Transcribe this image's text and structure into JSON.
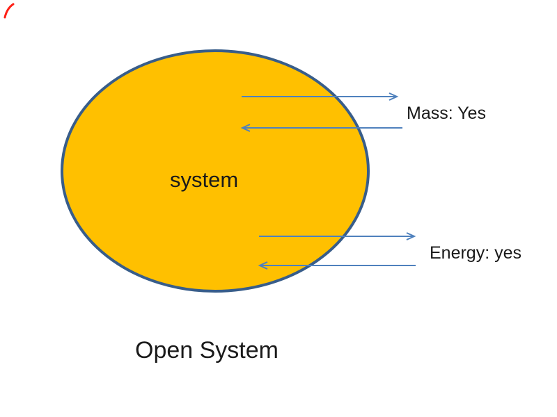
{
  "page": {
    "background_color": "#FFFFFF",
    "text_color": "#1A1A1A"
  },
  "diagram": {
    "caption": "Open System",
    "system": {
      "label": "system",
      "fill_color": "#FFC000",
      "border_color": "#385D8A",
      "shape": "ellipse"
    },
    "arrow_color": "#4F81BD",
    "flows": [
      {
        "id": "mass",
        "label": "Mass: Yes",
        "outflow": "arrow-right-out-of-system",
        "inflow": "arrow-left-into-system"
      },
      {
        "id": "energy",
        "label": "Energy: yes",
        "outflow": "arrow-right-out-of-system",
        "inflow": "arrow-left-into-system"
      }
    ]
  },
  "annotation": {
    "mark": "red-pen-stroke",
    "color": "#FE2016"
  }
}
